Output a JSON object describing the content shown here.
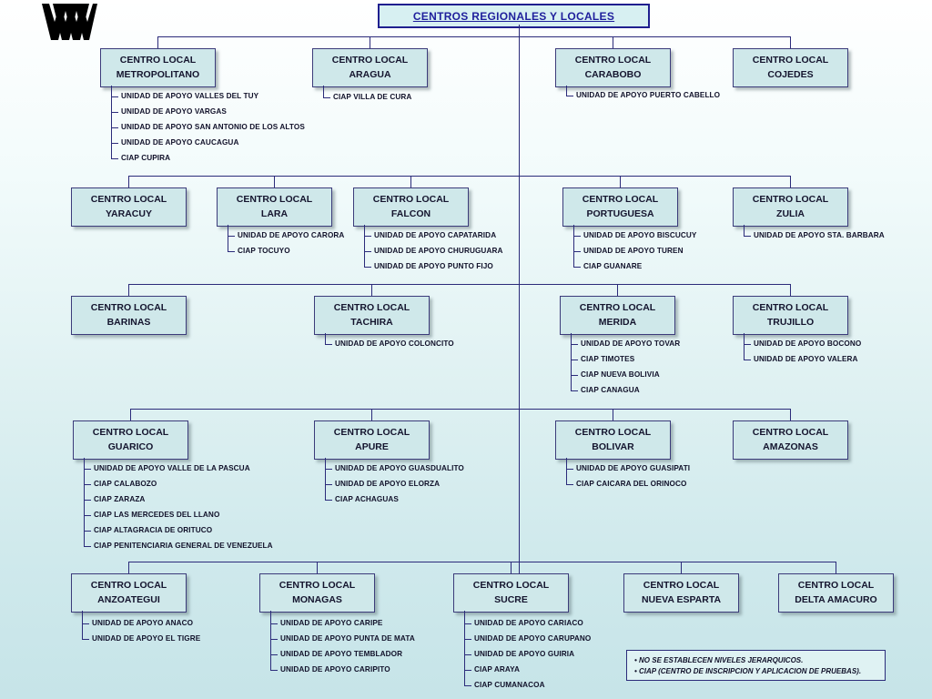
{
  "title": "CENTROS REGIONALES Y LOCALES",
  "logo": {
    "name": "zigzag-logo"
  },
  "rows": [
    {
      "row": 1,
      "nodes": [
        {
          "line1": "CENTRO LOCAL",
          "line2": "METROPOLITANO",
          "leaves": [
            "UNIDAD DE APOYO VALLES DEL TUY",
            "UNIDAD DE APOYO VARGAS",
            "UNIDAD DE APOYO SAN ANTONIO DE LOS ALTOS",
            "UNIDAD DE APOYO CAUCAGUA",
            "CIAP CUPIRA"
          ]
        },
        {
          "line1": "CENTRO LOCAL",
          "line2": "ARAGUA",
          "leaves": [
            "CIAP VILLA DE CURA"
          ]
        },
        {
          "line1": "CENTRO LOCAL",
          "line2": "CARABOBO",
          "leaves": [
            "UNIDAD DE APOYO PUERTO CABELLO"
          ]
        },
        {
          "line1": "CENTRO LOCAL",
          "line2": "COJEDES",
          "leaves": []
        }
      ]
    },
    {
      "row": 2,
      "nodes": [
        {
          "line1": "CENTRO LOCAL",
          "line2": "YARACUY",
          "leaves": []
        },
        {
          "line1": "CENTRO LOCAL",
          "line2": "LARA",
          "leaves": [
            "UNIDAD DE APOYO CARORA",
            "CIAP TOCUYO"
          ]
        },
        {
          "line1": "CENTRO LOCAL",
          "line2": "FALCON",
          "leaves": [
            "UNIDAD DE APOYO CAPATARIDA",
            "UNIDAD DE APOYO CHURUGUARA",
            "UNIDAD DE APOYO PUNTO FIJO"
          ]
        },
        {
          "line1": "CENTRO LOCAL",
          "line2": "PORTUGUESA",
          "leaves": [
            "UNIDAD DE APOYO BISCUCUY",
            "UNIDAD DE APOYO TUREN",
            "CIAP GUANARE"
          ]
        },
        {
          "line1": "CENTRO LOCAL",
          "line2": "ZULIA",
          "leaves": [
            "UNIDAD DE APOYO STA. BARBARA"
          ]
        }
      ]
    },
    {
      "row": 3,
      "nodes": [
        {
          "line1": "CENTRO LOCAL",
          "line2": "BARINAS",
          "leaves": []
        },
        {
          "line1": "CENTRO LOCAL",
          "line2": "TACHIRA",
          "leaves": [
            "UNIDAD DE APOYO COLONCITO"
          ]
        },
        {
          "line1": "CENTRO LOCAL",
          "line2": "MERIDA",
          "leaves": [
            "UNIDAD DE APOYO TOVAR",
            "CIAP TIMOTES",
            "CIAP NUEVA BOLIVIA",
            "CIAP CANAGUA"
          ]
        },
        {
          "line1": "CENTRO LOCAL",
          "line2": "TRUJILLO",
          "leaves": [
            "UNIDAD DE APOYO BOCONO",
            "UNIDAD DE APOYO VALERA"
          ]
        }
      ]
    },
    {
      "row": 4,
      "nodes": [
        {
          "line1": "CENTRO LOCAL",
          "line2": "GUARICO",
          "leaves": [
            "UNIDAD DE APOYO VALLE DE LA PASCUA",
            "CIAP CALABOZO",
            "CIAP ZARAZA",
            "CIAP LAS MERCEDES DEL LLANO",
            "CIAP ALTAGRACIA DE ORITUCO",
            "CIAP PENITENCIARIA GENERAL DE VENEZUELA"
          ]
        },
        {
          "line1": "CENTRO LOCAL",
          "line2": "APURE",
          "leaves": [
            "UNIDAD DE APOYO GUASDUALITO",
            "UNIDAD DE APOYO ELORZA",
            "CIAP ACHAGUAS"
          ]
        },
        {
          "line1": "CENTRO LOCAL",
          "line2": "BOLIVAR",
          "leaves": [
            "UNIDAD DE APOYO GUASIPATI",
            "CIAP CAICARA DEL ORINOCO"
          ]
        },
        {
          "line1": "CENTRO LOCAL",
          "line2": "AMAZONAS",
          "leaves": []
        }
      ]
    },
    {
      "row": 5,
      "nodes": [
        {
          "line1": "CENTRO LOCAL",
          "line2": "ANZOATEGUI",
          "leaves": [
            "UNIDAD DE APOYO ANACO",
            "UNIDAD DE APOYO EL TIGRE"
          ]
        },
        {
          "line1": "CENTRO LOCAL",
          "line2": "MONAGAS",
          "leaves": [
            "UNIDAD DE APOYO CARIPE",
            "UNIDAD DE APOYO PUNTA DE MATA",
            "UNIDAD DE APOYO TEMBLADOR",
            "UNIDAD DE APOYO CARIPITO"
          ]
        },
        {
          "line1": "CENTRO LOCAL",
          "line2": "SUCRE",
          "leaves": [
            "UNIDAD DE APOYO CARIACO",
            "UNIDAD DE APOYO CARUPANO",
            "UNIDAD DE APOYO GUIRIA",
            "CIAP ARAYA",
            "CIAP CUMANACOA"
          ]
        },
        {
          "line1": "CENTRO LOCAL",
          "line2": "NUEVA ESPARTA",
          "leaves": []
        },
        {
          "line1": "CENTRO LOCAL",
          "line2": "DELTA AMACURO",
          "leaves": []
        }
      ]
    }
  ],
  "note": {
    "line1": "• NO SE ESTABLECEN NIVELES JERARQUICOS.",
    "line2": "• CIAP (CENTRO DE INSCRIPCION Y APLICACION DE PRUEBAS)."
  },
  "colors": {
    "node_fill": "#cfe8ea",
    "border": "#3b3b7a",
    "title_text": "#1f1f9c",
    "line": "#2b2b7a"
  }
}
